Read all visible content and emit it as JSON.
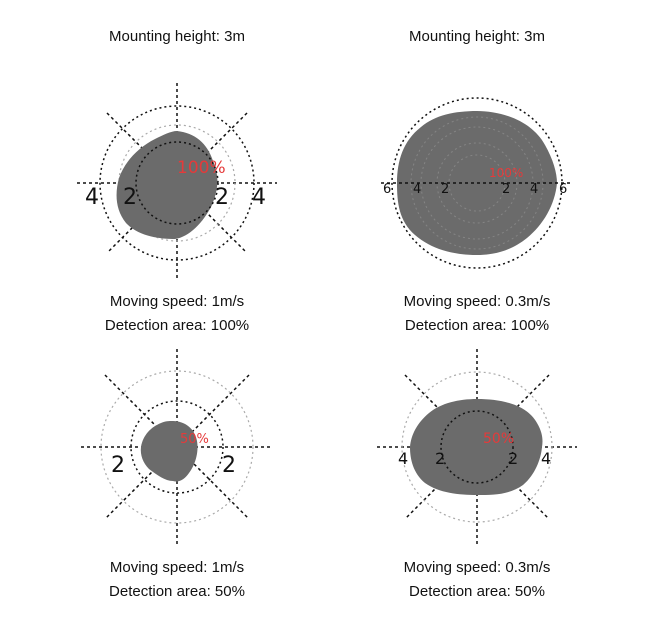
{
  "diagrams": [
    {
      "header": "Mounting height: 3m",
      "speed": "Moving speed: 1m/s",
      "area": "Detection area: 100%",
      "percent": "100%",
      "ticks": {
        "l1": "4",
        "l2": "2",
        "r2": "2",
        "r1": "4"
      }
    },
    {
      "header": "Mounting height: 3m",
      "speed": "Moving speed: 0.3m/s",
      "area": "Detection area: 100%",
      "percent": "100%",
      "ticks": {
        "l1": "6",
        "l2": "4",
        "l3": "2",
        "r3": "2",
        "r2": "4",
        "r1": "6"
      }
    },
    {
      "speed": "Moving speed: 1m/s",
      "area": "Detection area: 50%",
      "percent": "50%",
      "ticks": {
        "l1": "2",
        "r1": "2"
      }
    },
    {
      "speed": "Moving speed: 0.3m/s",
      "area": "Detection area: 50%",
      "percent": "50%",
      "ticks": {
        "l1": "4",
        "l2": "2",
        "r2": "2",
        "r1": "4"
      }
    }
  ],
  "colors": {
    "coverage": "#6b6b6b",
    "percent_text": "#e53a3a",
    "grid": "#111111",
    "grid_faint": "#aaaaaa"
  }
}
